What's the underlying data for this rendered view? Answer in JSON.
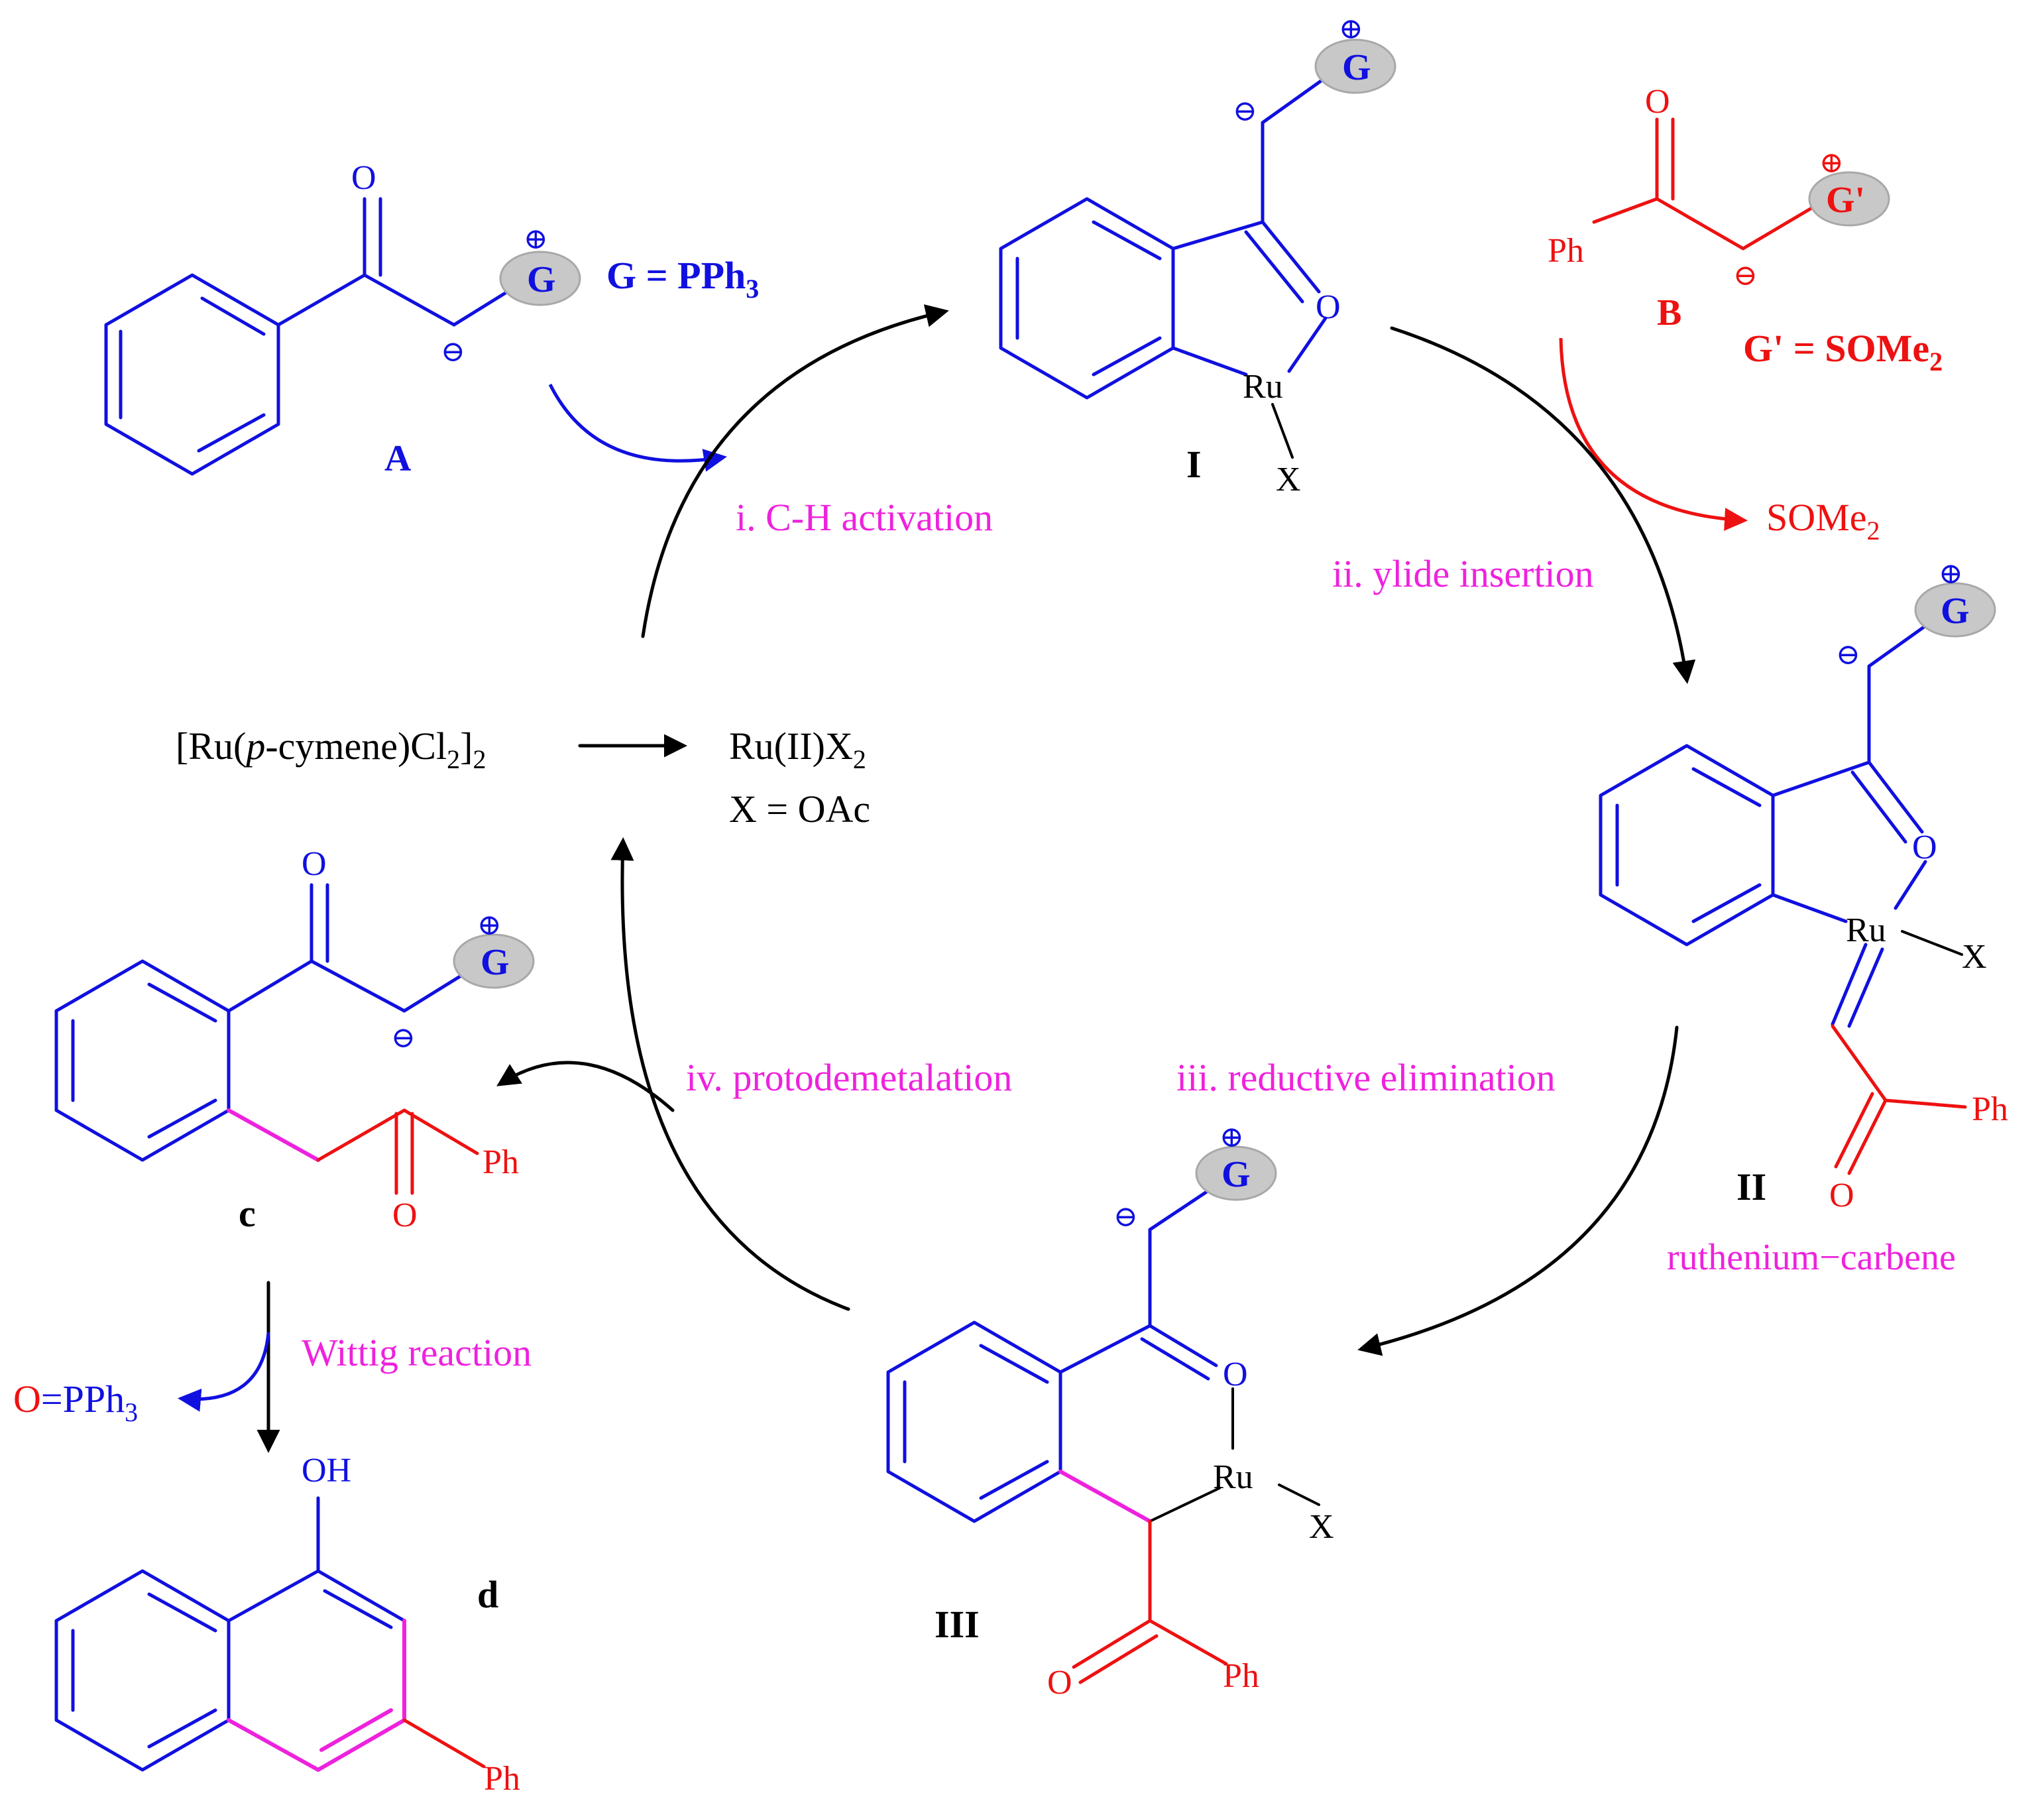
{
  "compound_labels": {
    "A": "A",
    "B": "B",
    "I": "I",
    "II": "II",
    "III": "III",
    "c": "c",
    "d": "d"
  },
  "definitions": {
    "G_def": "G = PPh",
    "G_def_sub": "3",
    "Gp_def": "G' = SOMe",
    "Gp_def_sub": "2"
  },
  "atoms": {
    "O": "O",
    "G": "G",
    "Gp": "G'",
    "Ru": "Ru",
    "X": "X",
    "Ph": "Ph",
    "OH": "OH"
  },
  "charges": {
    "plus": "⊕",
    "minus": "⊖"
  },
  "steps": {
    "i": "i. C-H activation",
    "ii": "ii. ylide insertion",
    "iii": "iii. reductive elimination",
    "iv": "iv. protodemetalation",
    "wittig": "Wittig reaction"
  },
  "catalyst": {
    "precursor_a": "[Ru(",
    "precursor_italic": "p",
    "precursor_b": "-cymene)Cl",
    "precursor_sub1": "2",
    "precursor_c": "]",
    "precursor_sub2": "2",
    "active": "Ru(II)X",
    "active_sub": "2",
    "x_def": "X = OAc"
  },
  "byproducts": {
    "somesome": "SOMe",
    "somesome_sub": "2",
    "oppp_o": "O",
    "oppp_rest": "=PPh",
    "oppp_sub": "3"
  },
  "notes": {
    "carbene": "ruthenium−carbene"
  },
  "colors": {
    "blue": "#1010e0",
    "red": "#ee1111",
    "magenta": "#ee22dd",
    "black": "#000000",
    "ellipse": "#c8c8c8"
  }
}
